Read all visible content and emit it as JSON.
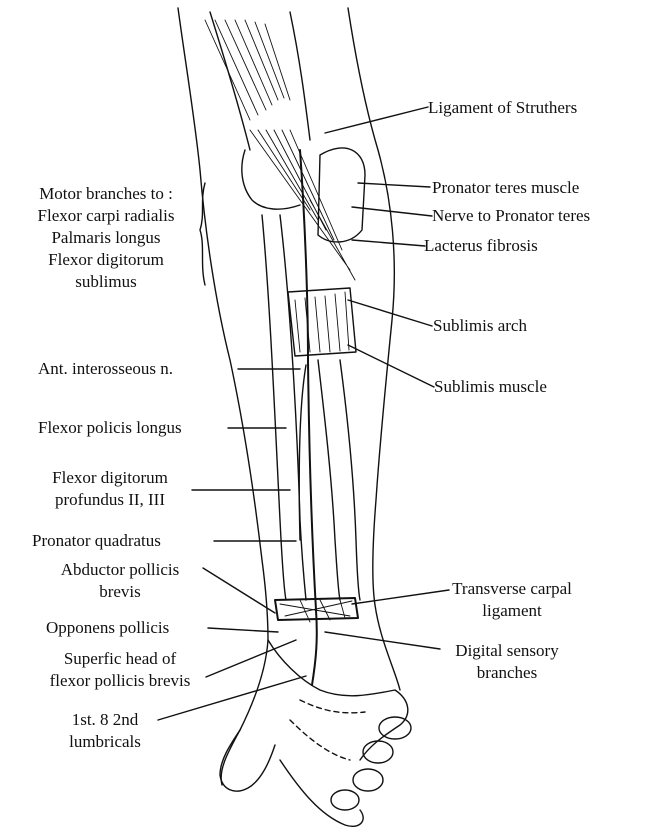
{
  "diagram": {
    "motor_branches": {
      "lines": [
        "Motor branches to :",
        "Flexor carpi radialis",
        "Palmaris longus",
        "Flexor digitorum",
        "sublimus"
      ]
    },
    "left_labels": {
      "ant_interosseous": "Ant. interosseous n.",
      "flexor_policis_longus": "Flexor policis longus",
      "flexor_digitorum_profundus": [
        "Flexor digitorum",
        "profundus II, III"
      ],
      "pronator_quadratus": "Pronator quadratus",
      "abductor_pollicis_brevis": [
        "Abductor pollicis",
        "brevis"
      ],
      "opponens_pollicis": "Opponens pollicis",
      "superfic_head": [
        "Superfic head of",
        "flexor pollicis brevis"
      ],
      "lumbricals": [
        "1st. 8 2nd",
        "lumbricals"
      ]
    },
    "right_labels": {
      "ligament_struthers": "Ligament of Struthers",
      "pronator_teres_muscle": "Pronator teres muscle",
      "nerve_pronator_teres": "Nerve to Pronator teres",
      "lacterus_fibrosis": "Lacterus fibrosis",
      "sublimis_arch": "Sublimis arch",
      "sublimis_muscle": "Sublimis muscle",
      "transverse_carpal": [
        "Transverse carpal",
        "ligament"
      ],
      "digital_sensory": [
        "Digital sensory",
        "branches"
      ]
    }
  }
}
